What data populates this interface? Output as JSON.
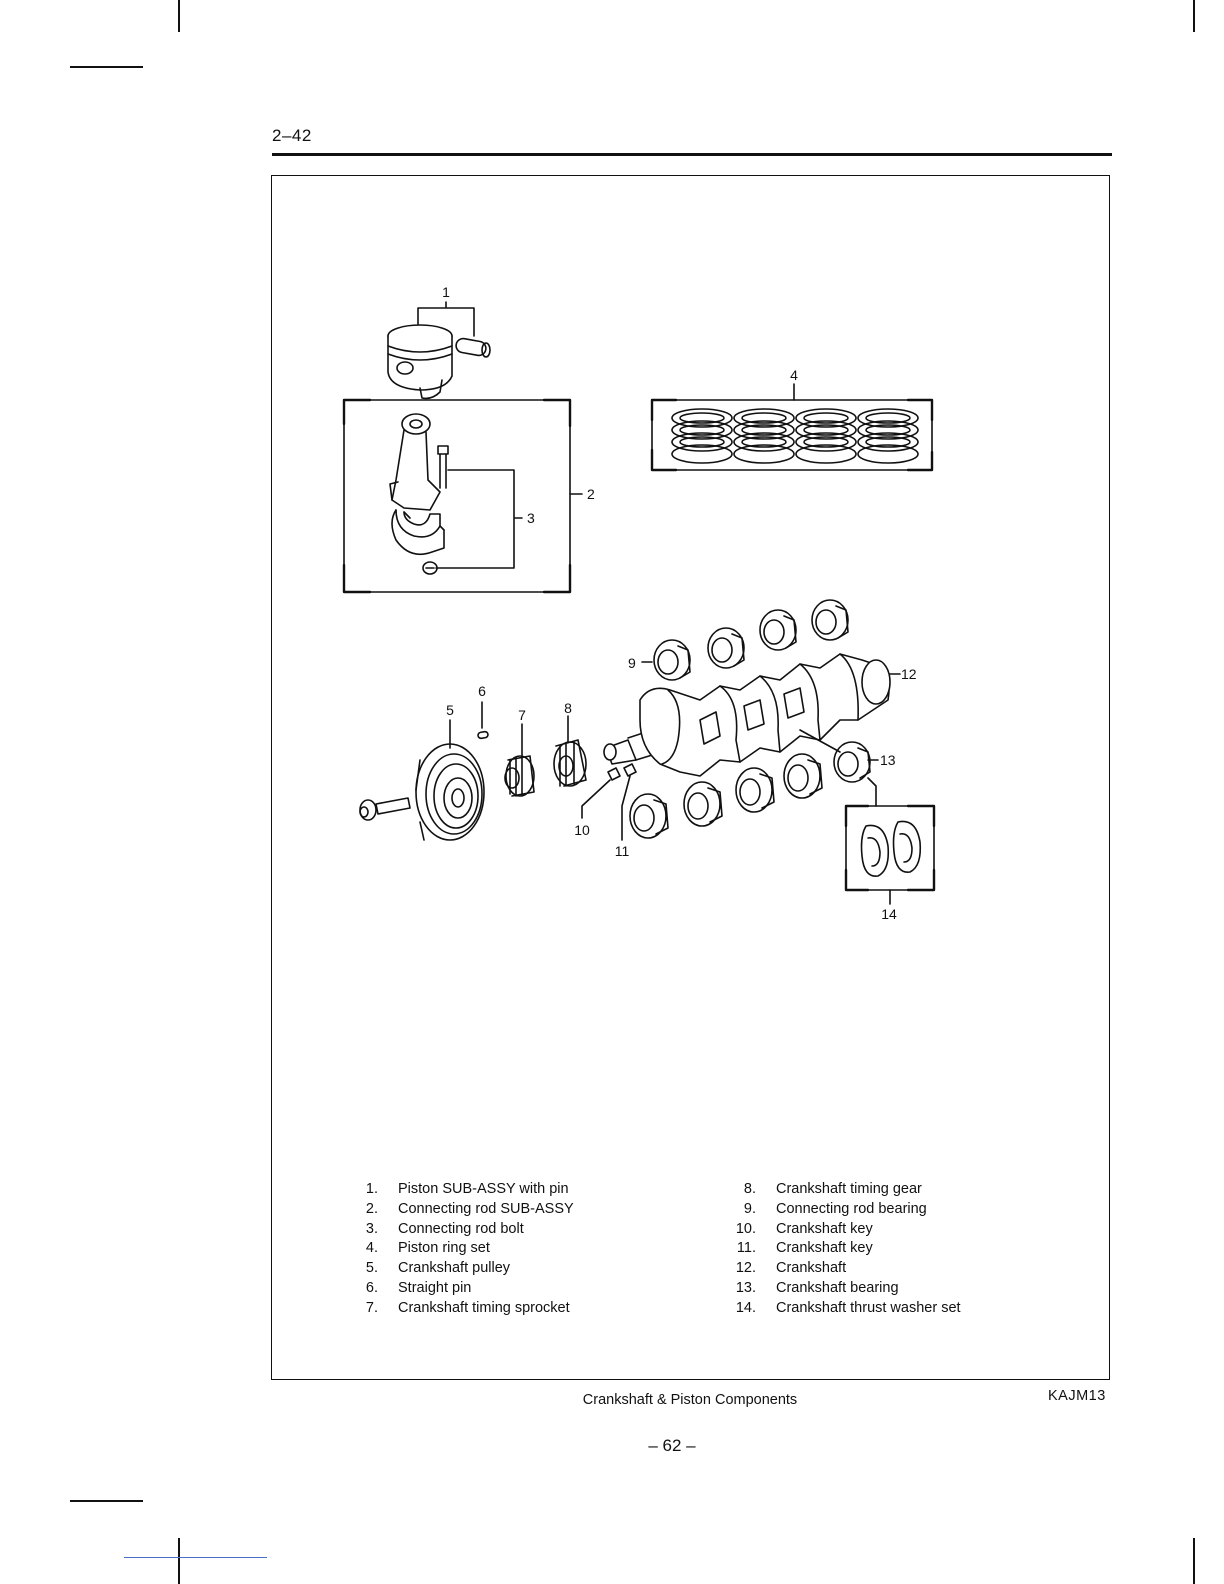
{
  "header": {
    "page_number": "2–42"
  },
  "figure": {
    "callouts": [
      "1",
      "2",
      "3",
      "4",
      "5",
      "6",
      "7",
      "8",
      "9",
      "10",
      "11",
      "12",
      "13",
      "14"
    ],
    "caption": "Crankshaft & Piston Components",
    "code": "KAJM13"
  },
  "legend": {
    "left": [
      {
        "num": "1.",
        "text": "Piston SUB-ASSY with pin"
      },
      {
        "num": "2.",
        "text": "Connecting rod SUB-ASSY"
      },
      {
        "num": "3.",
        "text": "Connecting rod bolt"
      },
      {
        "num": "4.",
        "text": "Piston ring set"
      },
      {
        "num": "5.",
        "text": "Crankshaft pulley"
      },
      {
        "num": "6.",
        "text": "Straight pin"
      },
      {
        "num": "7.",
        "text": "Crankshaft timing sprocket"
      }
    ],
    "right": [
      {
        "num": "8.",
        "text": "Crankshaft timing gear"
      },
      {
        "num": "9.",
        "text": "Connecting rod bearing"
      },
      {
        "num": "10.",
        "text": "Crankshaft key"
      },
      {
        "num": "11.",
        "text": "Crankshaft key"
      },
      {
        "num": "12.",
        "text": "Crankshaft"
      },
      {
        "num": "13.",
        "text": "Crankshaft bearing"
      },
      {
        "num": "14.",
        "text": "Crankshaft thrust washer set"
      }
    ]
  },
  "footer": {
    "page_number": "– 62 –"
  }
}
